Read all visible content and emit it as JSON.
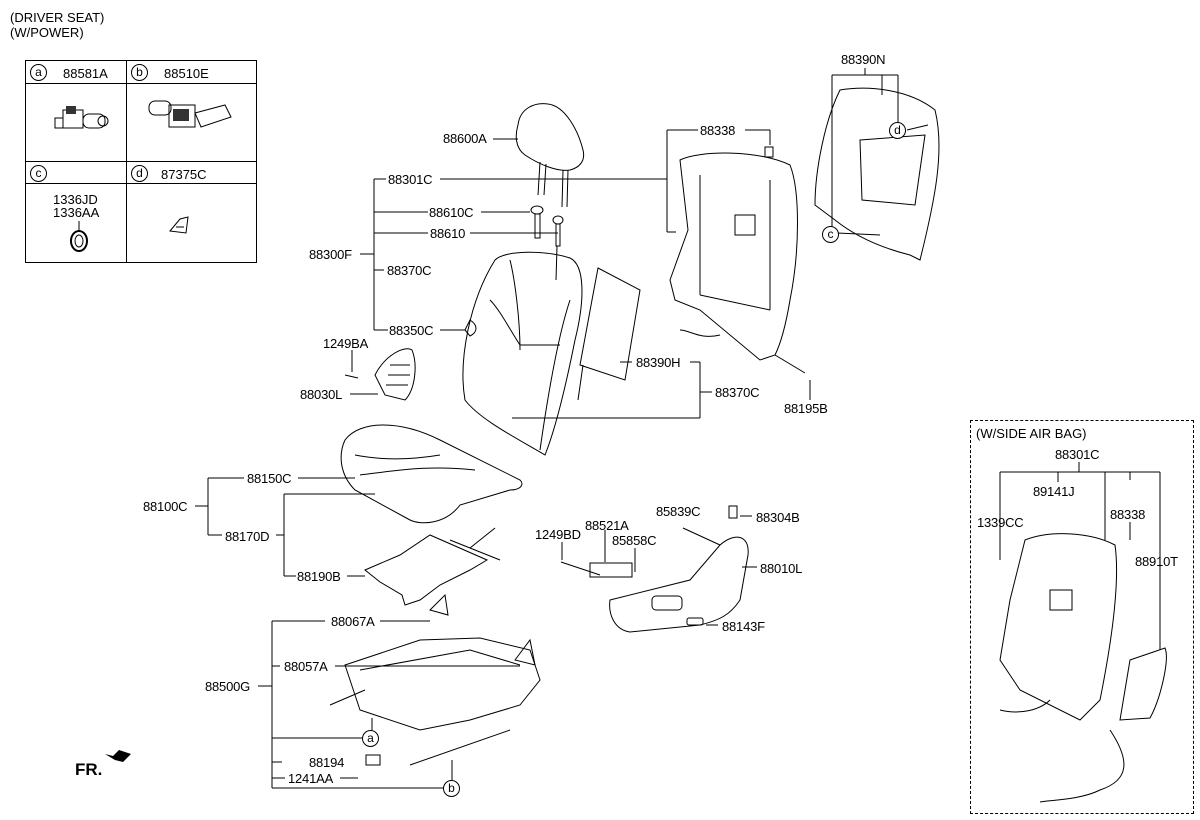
{
  "header": {
    "line1": "(DRIVER SEAT)",
    "line2": "(W/POWER)"
  },
  "legend_table": {
    "cells": [
      {
        "marker": "a",
        "part": "88581A",
        "icon": "seat-motor-icon"
      },
      {
        "marker": "b",
        "part": "88510E",
        "icon": "seat-motor-gearbox-icon"
      },
      {
        "marker": "c",
        "part_lines": [
          "1336JD",
          "1336AA"
        ],
        "icon": "grommet-icon"
      },
      {
        "marker": "d",
        "part": "87375C",
        "icon": "clip-bracket-icon"
      }
    ]
  },
  "callouts": {
    "p88600A": "88600A",
    "p88301C": "88301C",
    "p88610C": "88610C",
    "p88610": "88610",
    "p88300F": "88300F",
    "p88370C_top": "88370C",
    "p88350C": "88350C",
    "p1249BA": "1249BA",
    "p88030L": "88030L",
    "p88390H": "88390H",
    "p88370C": "88370C",
    "p88338": "88338",
    "p88195B": "88195B",
    "p88390N": "88390N",
    "p88150C": "88150C",
    "p88100C": "88100C",
    "p88170D": "88170D",
    "p88190B": "88190B",
    "p1249BD": "1249BD",
    "p88521A": "88521A",
    "p85839C": "85839C",
    "p85858C": "85858C",
    "p88304B": "88304B",
    "p88010L": "88010L",
    "p88143F": "88143F",
    "p88067A": "88067A",
    "p88057A": "88057A",
    "p88500G": "88500G",
    "p88194": "88194",
    "p1241AA": "1241AA"
  },
  "markers": {
    "a": "a",
    "b": "b",
    "c": "c",
    "d": "d"
  },
  "airbag_inset": {
    "title": "(W/SIDE AIR BAG)",
    "p88301C": "88301C",
    "p89141J": "89141J",
    "p1339CC": "1339CC",
    "p88338": "88338",
    "p88910T": "88910T"
  },
  "orientation": {
    "label": "FR.",
    "icon": "front-arrow-icon"
  }
}
